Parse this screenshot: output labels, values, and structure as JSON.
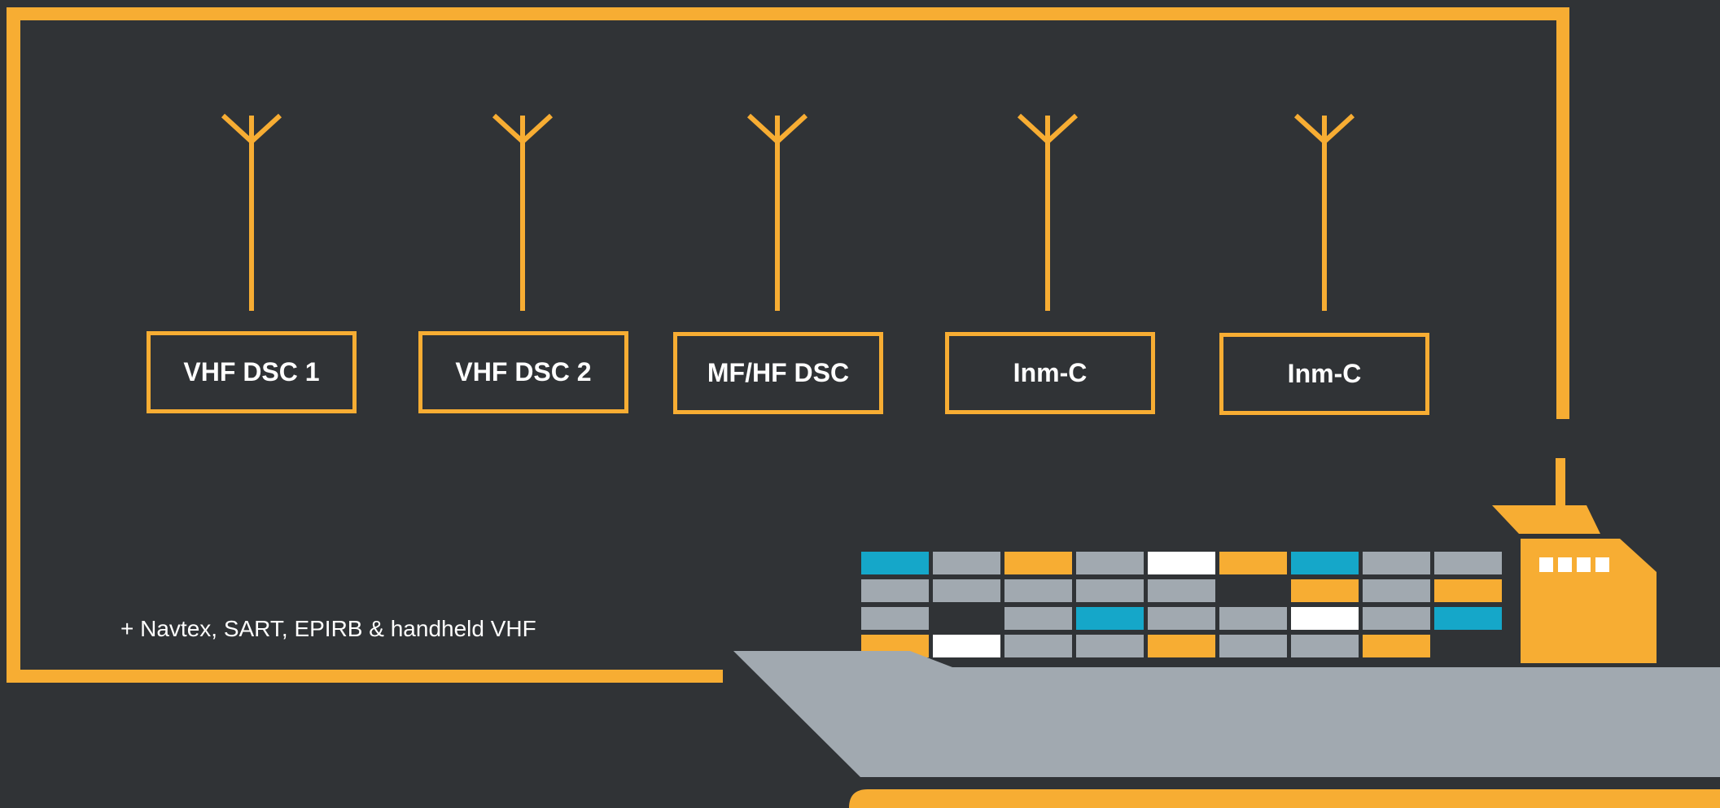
{
  "radios": [
    {
      "label": "VHF DSC 1"
    },
    {
      "label": "VHF DSC 2"
    },
    {
      "label": "MF/HF DSC"
    },
    {
      "label": "Inm-C"
    },
    {
      "label": "Inm-C"
    }
  ],
  "footnote": "+ Navtex, SART, EPIRB & handheld VHF",
  "colors": {
    "background": "#303336",
    "accent": "#f7ad33",
    "hull": "#a1a9b0",
    "container_grey": "#a1a9b0",
    "container_blue": "#15a7c9",
    "container_white": "#ffffff",
    "container_dark": "#303336",
    "label_text": "#ffffff"
  },
  "icons": [
    "antenna-icon",
    "ship-illustration"
  ]
}
